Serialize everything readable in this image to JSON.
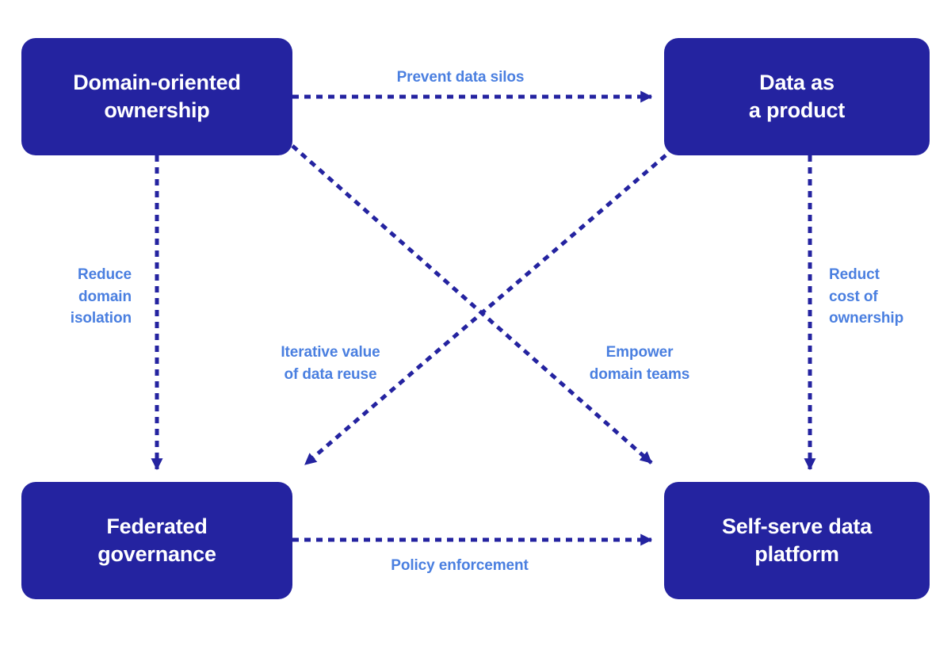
{
  "diagram": {
    "title": "Data mesh principles relationship diagram",
    "colors": {
      "node_fill": "#2423a0",
      "node_text": "#ffffff",
      "edge_line": "#2423a0",
      "edge_label_text": "#4a7fe0",
      "background": "#ffffff"
    },
    "nodes": [
      {
        "id": "domain-oriented-ownership",
        "label": "Domain-oriented\nownership"
      },
      {
        "id": "data-as-a-product",
        "label": "Data as\na product"
      },
      {
        "id": "federated-governance",
        "label": "Federated\ngovernance"
      },
      {
        "id": "self-serve-data-platform",
        "label": "Self-serve data\nplatform"
      }
    ],
    "edges": [
      {
        "id": "prevent-data-silos",
        "label": "Prevent data silos",
        "from": "domain-oriented-ownership",
        "to": "data-as-a-product"
      },
      {
        "id": "reduce-domain-isolation",
        "label": "Reduce\ndomain\nisolation",
        "from": "domain-oriented-ownership",
        "to": "federated-governance"
      },
      {
        "id": "reduct-cost-of-ownership",
        "label": "Reduct\ncost of\nownership",
        "from": "data-as-a-product",
        "to": "self-serve-data-platform"
      },
      {
        "id": "iterative-value-of-data-reuse",
        "label": "Iterative value\nof data reuse",
        "from": "data-as-a-product",
        "to": "federated-governance"
      },
      {
        "id": "empower-domain-teams",
        "label": "Empower\ndomain teams",
        "from": "domain-oriented-ownership",
        "to": "self-serve-data-platform"
      },
      {
        "id": "policy-enforcement",
        "label": "Policy enforcement",
        "from": "federated-governance",
        "to": "self-serve-data-platform"
      }
    ]
  }
}
